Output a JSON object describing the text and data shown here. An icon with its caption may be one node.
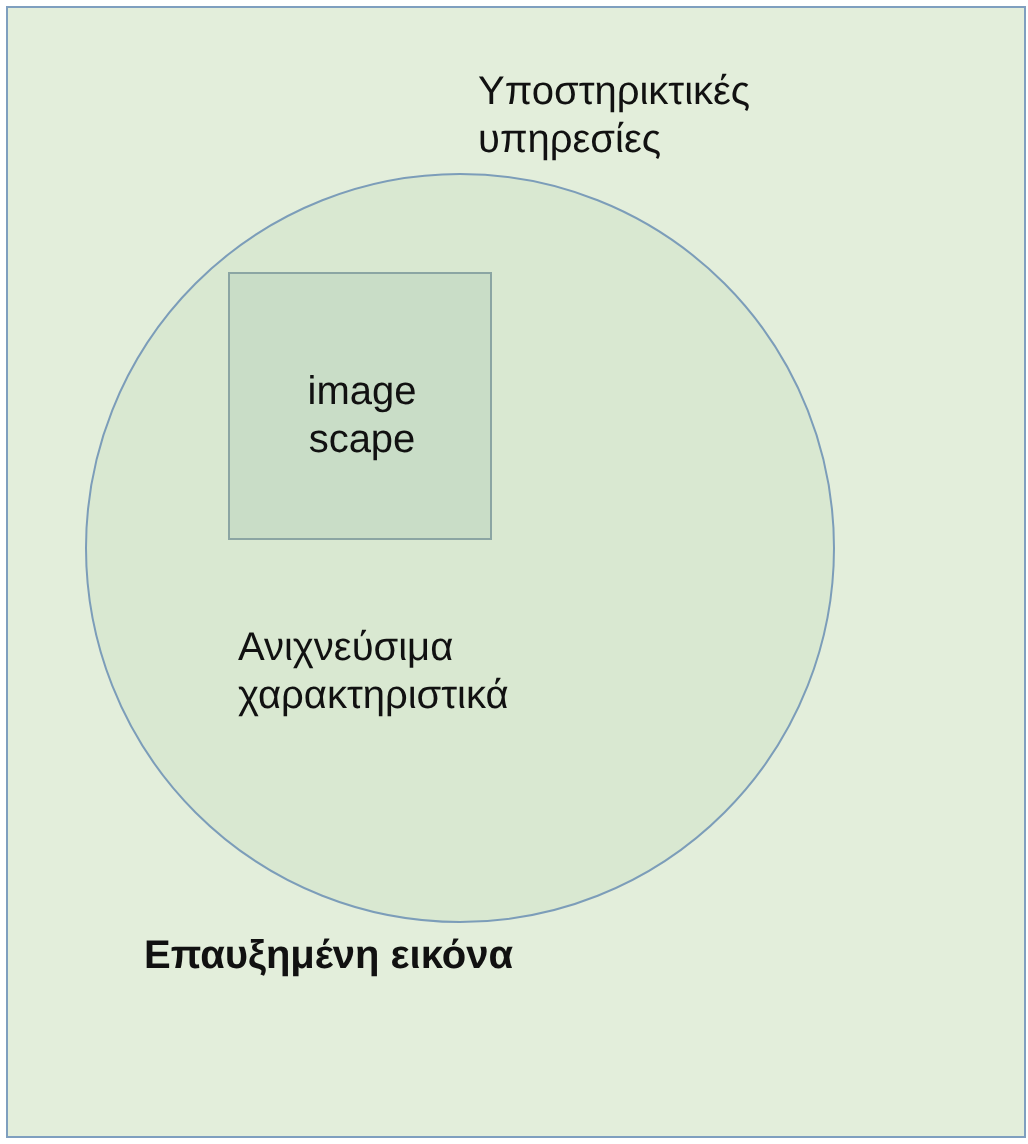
{
  "diagram": {
    "nodes": [
      {
        "text": [
          "Υποστηρικτικές υπηρεσίες",
          "Επαυξημένη εικόνα"
        ]
      },
      {
        "text": [
          "Ανιχνεύσιμα χαρακτηριστικά"
        ],
        "in": 0
      },
      {
        "text": [
          "image scape"
        ],
        "in": 1
      }
    ]
  }
}
